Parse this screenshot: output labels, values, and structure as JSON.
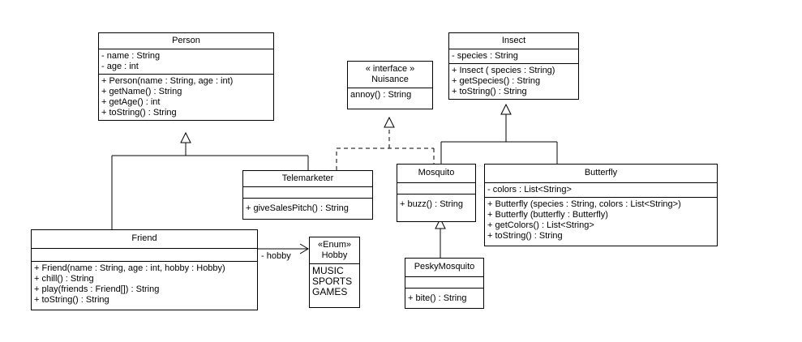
{
  "diagram": {
    "type": "UML class diagram",
    "classes": {
      "person": {
        "name": "Person",
        "attributes": [
          "- name : String",
          "- age : int"
        ],
        "operations": [
          "+ Person(name : String, age : int)",
          "+ getName() : String",
          "+ getAge() : int",
          "+ toString() : String"
        ]
      },
      "nuisance": {
        "stereotype": "« interface »",
        "name": "Nuisance",
        "operations": [
          "annoy() : String"
        ]
      },
      "insect": {
        "name": "Insect",
        "attributes": [
          "- species : String"
        ],
        "operations": [
          "+ Insect ( species : String)",
          "+ getSpecies() : String",
          "+ toString() : String"
        ]
      },
      "telemarketer": {
        "name": "Telemarketer",
        "attributes": [],
        "operations": [
          "+ giveSalesPitch() : String"
        ]
      },
      "mosquito": {
        "name": "Mosquito",
        "attributes": [],
        "operations": [
          "+ buzz() : String"
        ]
      },
      "butterfly": {
        "name": "Butterfly",
        "attributes": [
          "- colors : List<String>"
        ],
        "operations": [
          "+ Butterfly (species : String, colors : List<String>)",
          "+ Butterfly (butterfly : Butterfly)",
          "+ getColors() : List<String>",
          "+ toString() : String"
        ]
      },
      "friend": {
        "name": "Friend",
        "attributes": [],
        "operations": [
          "+ Friend(name : String, age : int, hobby : Hobby)",
          "+ chill() : String",
          "+ play(friends : Friend[]) : String",
          "+ toString() : String"
        ]
      },
      "hobby": {
        "stereotype": "«Enum»",
        "name": "Hobby",
        "literals": [
          "MUSIC",
          "SPORTS",
          "GAMES"
        ]
      },
      "peskyMosquito": {
        "name": "PeskyMosquito",
        "attributes": [],
        "operations": [
          "+ bite() : String"
        ]
      }
    },
    "relationships": [
      {
        "type": "generalization",
        "from": "Friend",
        "to": "Person"
      },
      {
        "type": "generalization",
        "from": "Telemarketer",
        "to": "Person"
      },
      {
        "type": "realization",
        "from": "Telemarketer",
        "to": "Nuisance"
      },
      {
        "type": "realization",
        "from": "Mosquito",
        "to": "Nuisance"
      },
      {
        "type": "generalization",
        "from": "Mosquito",
        "to": "Insect"
      },
      {
        "type": "generalization",
        "from": "Butterfly",
        "to": "Insect"
      },
      {
        "type": "generalization",
        "from": "PeskyMosquito",
        "to": "Mosquito"
      },
      {
        "type": "association",
        "from": "Friend",
        "to": "Hobby",
        "label": "- hobby"
      }
    ]
  }
}
